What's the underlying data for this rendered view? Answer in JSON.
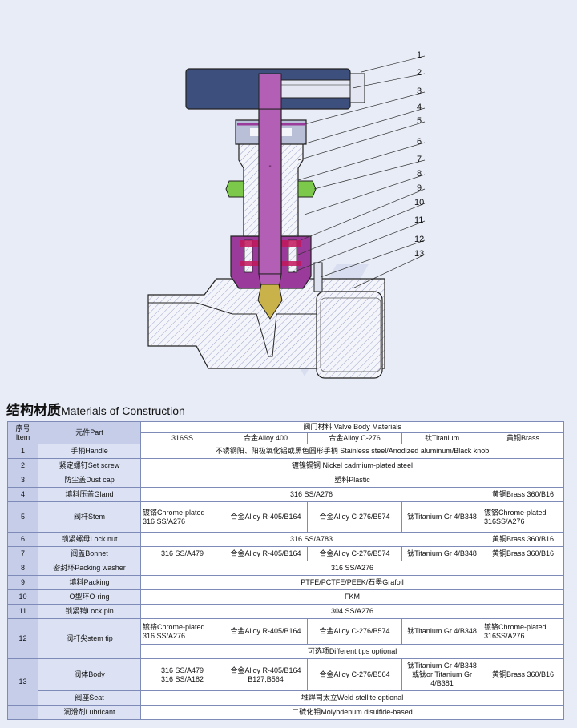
{
  "diagram": {
    "callouts": [
      "1",
      "2",
      "3",
      "4",
      "5",
      "6",
      "7",
      "8",
      "9",
      "10",
      "11",
      "12",
      "13"
    ]
  },
  "section_title": {
    "cn": "结构材质",
    "en": "Materials of Construction"
  },
  "table": {
    "hdr_item": "序号\nItem",
    "hdr_part": "元件Part",
    "hdr_group": "阀门材料 Valve Body Materials",
    "hdr_cols": [
      "316SS",
      "合金Alloy 400",
      "合金Alloy C-276",
      "钛Titanium",
      "黄铜Brass"
    ],
    "r1": {
      "n": "1",
      "part": "手柄Handle",
      "val": "不锈钢阳、阳极氧化铝或黑色圆形手柄 Stainless steel/Anodized aluminum/Black knob"
    },
    "r2": {
      "n": "2",
      "part": "紧定螺钉Set screw",
      "val": "镀镍镉钢 Nickel cadmium-plated steel"
    },
    "r3": {
      "n": "3",
      "part": "防尘盖Dust cap",
      "val": "塑料Plastic"
    },
    "r4": {
      "n": "4",
      "part": "填料压盖Gland",
      "val": "316 SS/A276",
      "brass": "黄铜Brass 360/B16"
    },
    "r5": {
      "n": "5",
      "part": "阀杆Stem",
      "c1": "镀铬Chrome-plated\n316 SS/A276",
      "c2": "合金Alloy R-405/B164",
      "c3": "合金Alloy C-276/B574",
      "c4": "钛Titanium Gr 4/B348",
      "c5": "镀铬Chrome-plated\n316SS/A276"
    },
    "r6": {
      "n": "6",
      "part": "锁紧螺母Lock nut",
      "val": "316 SS/A783",
      "brass": "黄铜Brass 360/B16"
    },
    "r7": {
      "n": "7",
      "part": "阀盖Bonnet",
      "c1": "316 SS/A479",
      "c2": "合金Alloy R-405/B164",
      "c3": "合金Alloy C-276/B574",
      "c4": "钛Titanium Gr 4/B348",
      "c5": "黄铜Brass 360/B16"
    },
    "r8": {
      "n": "8",
      "part": "密封环Packing washer",
      "val": "316 SS/A276"
    },
    "r9": {
      "n": "9",
      "part": "填料Packing",
      "val": "PTFE/PCTFE/PEEK/石墨Grafoil"
    },
    "r10": {
      "n": "10",
      "part": "O型环O-ring",
      "val": "FKM"
    },
    "r11": {
      "n": "11",
      "part": "锁紧销Lock pin",
      "val": "304 SS/A276"
    },
    "r12": {
      "n": "12",
      "part": "阀杆尖stem tip",
      "c1": "镀铬Chrome-plated\n316 SS/A276",
      "c2": "合金Alloy R-405/B164",
      "c3": "合金Alloy C-276/B574",
      "c4": "钛Titanium Gr 4/B348",
      "c5": "镀铬Chrome-plated\n316SS/A276",
      "opt": "可选项Different tips optional"
    },
    "r13": {
      "n": "13",
      "part": "阀体Body",
      "c1": "316 SS/A479\n316 SS/A182",
      "c2": "合金Alloy R-405/B164\nB127,B564",
      "c3": "合金Alloy C-276/B564",
      "c4": "钛Titanium Gr 4/B348\n或钛or Titanium Gr 4/B381",
      "c5": "黄铜Brass 360/B16"
    },
    "seat": {
      "part": "阀座Seat",
      "val": "堆焊司太立Weld stellite optional"
    },
    "lub": {
      "part": "润滑剂Lubricant",
      "val": "二硫化钼Molybdenum disulfide-based"
    }
  }
}
